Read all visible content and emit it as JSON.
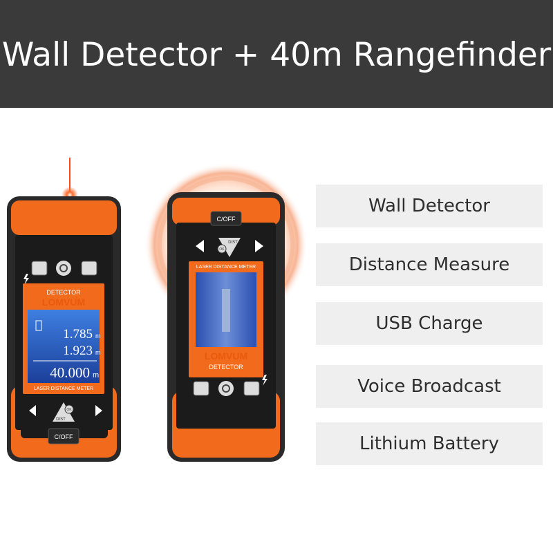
{
  "header": {
    "title": "Wall Detector + 40m Rangefinder"
  },
  "features": [
    "Wall Detector",
    "Distance Measure",
    "USB Charge",
    "Voice Broadcast",
    "Lithium Battery"
  ],
  "device_left": {
    "brand": "LOMVUM",
    "mode_label": "DETECTOR",
    "screen_label": "LASER DISTANCE METER",
    "reading1": "1.785",
    "reading2": "1.923",
    "reading_main": "40.000",
    "unit": "m",
    "power_label": "C/OFF",
    "ok_label": "OK",
    "dist_label": "DIST"
  },
  "device_right": {
    "brand": "LOMVUM",
    "mode_label": "DETECTOR",
    "screen_label": "LASER DISTANCE METER",
    "power_label": "C/OFF",
    "ok_label": "OK",
    "dist_label": "DIST"
  },
  "colors": {
    "banner": "#3a3a3a",
    "accent": "#f26a1b",
    "feature_bg": "#efefef"
  }
}
